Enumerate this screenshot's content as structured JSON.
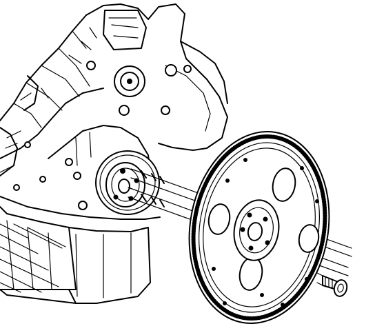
{
  "figure": {
    "type": "technical line illustration",
    "subject_icons": [
      "engine-block",
      "crankshaft-flange",
      "flywheel",
      "ring-gear",
      "flywheel-bolt"
    ],
    "colors": {
      "line": "#000000",
      "background": "#ffffff"
    }
  }
}
